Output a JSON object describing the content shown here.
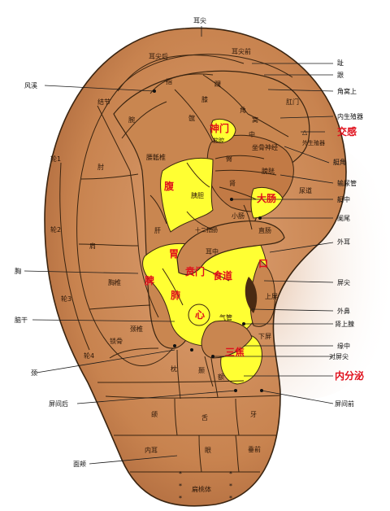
{
  "colors": {
    "skin": "#c8834f",
    "skin_light": "#d99a66",
    "skin_dark": "#9c5a2c",
    "zone_yellow": "#ffff33",
    "outline": "#3a2410",
    "red_label": "#e0101c"
  },
  "labels": {
    "er_jian": "耳尖",
    "er_jian_hou": "耳尖后",
    "er_jian_qian": "耳尖前",
    "zhi_toe": "趾",
    "gen": "跟",
    "jiao_wo_shang": "角窝上",
    "feng_xi": "风溪",
    "gang_men": "肛门",
    "nei_sheng_zhi_qi": "内生殖器",
    "jiao_gan": "交感",
    "wai_sheng_zhi_qi": "外生殖器",
    "ting_jiao": "艇角",
    "shu_niao_guan": "输尿管",
    "ting_zhong": "艇中",
    "lan_wei": "阑尾",
    "wai_er": "外耳",
    "xiong": "胸",
    "ping_jian": "屏尖",
    "nao_gan": "脑干",
    "wai_bi": "外鼻",
    "shen_shang_xian": "肾上腺",
    "yuan_zhong": "缘中",
    "dui_ping_jian": "对屏尖",
    "nei_fen_mi": "内分泌",
    "jing": "颈",
    "ping_jian_hou": "屏间后",
    "ping_jian_qian": "屏间前",
    "mian_jia": "面颊",
    "jie_jie": "结节",
    "wan": "腕",
    "zhi_finger": "指",
    "huai": "踝",
    "xi": "膝",
    "jiao": "角",
    "wo": "窝",
    "zhong": "中",
    "kuan": "髋",
    "shen_men": "神门",
    "pen_qiang": "盆腔",
    "zuo_gu_shen_jing": "坐骨神经",
    "tun": "臀",
    "lun_1": "轮1",
    "zhou": "肘",
    "yao_di_zhui": "腰骶椎",
    "fu": "腹",
    "shen": "肾",
    "pang_guang": "膀胱",
    "niao_dao": "尿道",
    "da_chang": "大肠",
    "yi_dan": "胰胆",
    "xiao_chang": "小肠",
    "lun_2": "轮2",
    "jian": "肩",
    "gan": "肝",
    "shi_er_zhi_chang": "十二指肠",
    "zhi_chang": "直肠",
    "wei": "胃",
    "er_zhong": "耳中",
    "xiong_zhui": "胸椎",
    "ben_men": "贲门",
    "shi_dao": "食道",
    "kou": "口",
    "pi": "脾",
    "fei": "肺",
    "lun_3": "轮3",
    "shang_ping": "上屏",
    "xin": "心",
    "qi_guan": "气管",
    "xia_ping": "下屏",
    "jing_zhui": "颈椎",
    "suo_gu": "锁骨",
    "lun_4": "轮4",
    "san_jiao": "三焦",
    "zhen": "枕",
    "nie": "颞",
    "e": "额",
    "he": "颌",
    "she": "舌",
    "ya": "牙",
    "nei_er": "内耳",
    "yan": "眼",
    "chui_qian": "垂前",
    "bian_tao_ti": "扁桃体"
  }
}
